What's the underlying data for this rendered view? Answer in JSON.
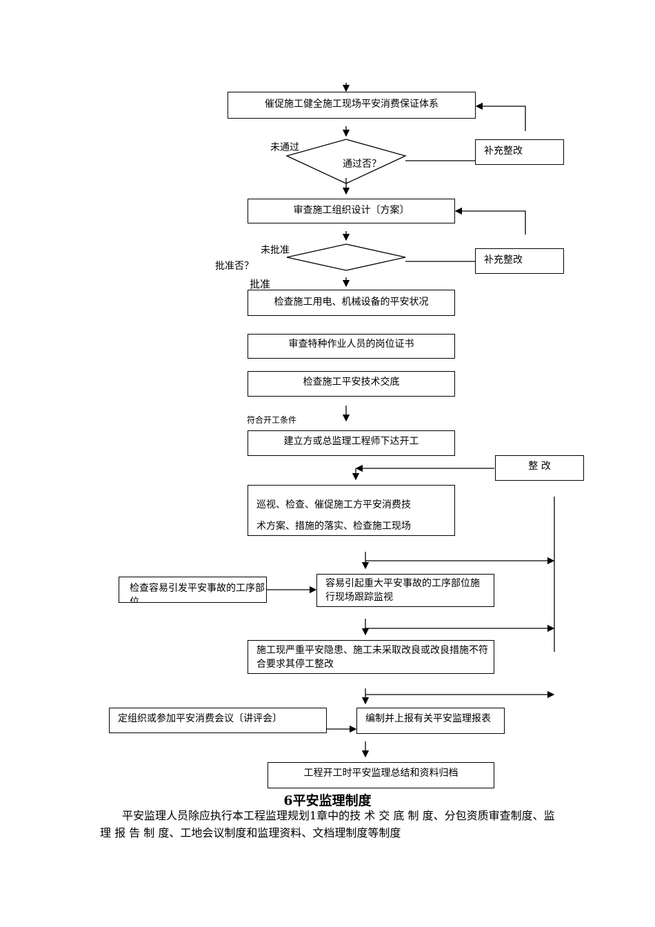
{
  "flowchart": {
    "step1": "催促施工健全施工现场平安消费保证体系",
    "decision1": "通过否？",
    "decision1_no": "未通过",
    "fix1": "补充整改",
    "step2": "审查施工组织设计〔方案〕",
    "decision2": "批准否？",
    "decision2_no": "未批准",
    "decision2_yes": "批准",
    "fix2": "补充整改",
    "step3": "检查施工用电、机械设备的平安状况",
    "step4": "审查特种作业人员的岗位证书",
    "step5": "检查施工平安技术交底",
    "condition": "符合开工条件",
    "step6": "建立方或总监理工程师下达开工",
    "fix3": "整 改",
    "step7_line1": "巡视、检查、催促施工方平安消费技",
    "step7_line2": "术方案、措施的落实、检查施工现场",
    "side1": "检查容易引发平安事故的工序部位",
    "step8": "容易引起重大平安事故的工序部位施行现场跟踪监视",
    "step9": "施工现严重平安隐患、施工未采取改良或改良措施不符合要求其停工整改",
    "side2": "定组织或参加平安消费会议〔讲评会〕",
    "step10": "编制并上报有关平安监理报表",
    "step11": "工程开工时平安监理总结和资料归档"
  },
  "section": {
    "title": "6平安监理制度",
    "paragraph": "平安监理人员除应执行本工程监理规划1章中的技 术 交 底 制 度、分包资质审查制度、监 理 报 告 制 度、工地会议制度和监理资料、文档理制度等制度"
  }
}
